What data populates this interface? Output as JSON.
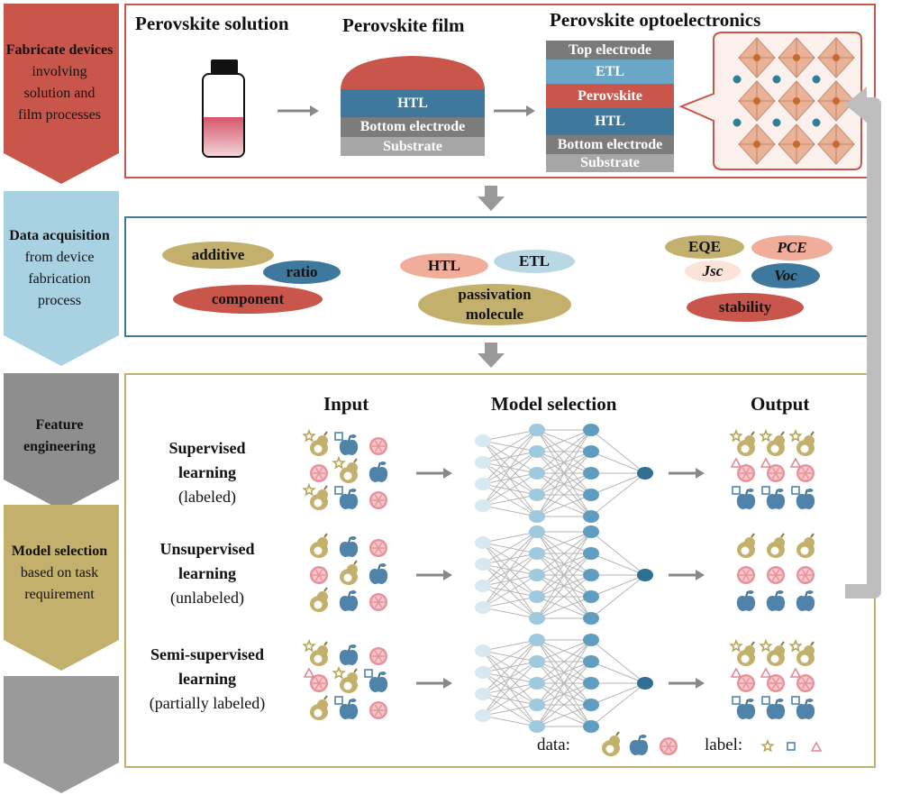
{
  "colors": {
    "red": "#c9564b",
    "light_blue": "#a8d2e1",
    "gray": "#8e8e8e",
    "gold": "#c2b06c",
    "dark_blue": "#3f789d",
    "salmon": "#f0ad9a",
    "pale_peach": "#fbe3d8",
    "pale_blue": "#b9d8e6"
  },
  "stages": [
    {
      "bold": "Fabricate devices",
      "rest": [
        "involving",
        "solution and",
        "film processes"
      ]
    },
    {
      "bold": "Data acquisition",
      "rest": [
        "from device",
        "fabrication",
        "process"
      ]
    },
    {
      "bold": "Feature engineering",
      "rest": []
    },
    {
      "bold": "Model selection",
      "rest": [
        "based on task",
        "requirement"
      ]
    }
  ],
  "fabricate": {
    "solution_title": "Perovskite solution",
    "film_title": "Perovskite film",
    "opto_title": "Perovskite optoelectronics",
    "film_layers": [
      "HTL",
      "Bottom electrode",
      "Substrate"
    ],
    "device_layers": [
      "Top electrode",
      "ETL",
      "Perovskite",
      "HTL",
      "Bottom electrode",
      "Substrate"
    ]
  },
  "acquisition": {
    "composition": [
      "additive",
      "ratio",
      "component"
    ],
    "layers": [
      "HTL",
      "ETL",
      "passivation molecule"
    ],
    "metrics": [
      "EQE",
      "PCE",
      "Jsc",
      "Voc",
      "stability"
    ]
  },
  "ml": {
    "input_header": "Input",
    "model_header": "Model selection",
    "output_header": "Output",
    "rows": [
      {
        "name": "Supervised learning",
        "note": "(labeled)"
      },
      {
        "name": "Unsupervised learning",
        "note": "(unlabeled)"
      },
      {
        "name": "Semi-supervised learning",
        "note": "(partially labeled)"
      }
    ],
    "legend_data": "data:",
    "legend_label": "label:"
  }
}
